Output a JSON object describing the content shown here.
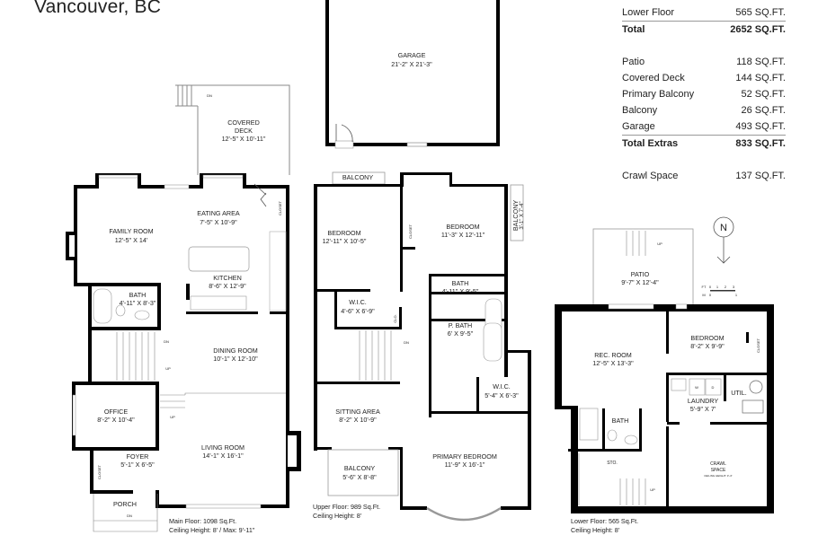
{
  "title": "Vancouver, BC",
  "areas": {
    "floors": [
      {
        "label": "Lower Floor",
        "value": "565 SQ.FT."
      }
    ],
    "total": {
      "label": "Total",
      "value": "2652 SQ.FT."
    },
    "extras": [
      {
        "label": "Patio",
        "value": "118 SQ.FT."
      },
      {
        "label": "Covered Deck",
        "value": "144 SQ.FT."
      },
      {
        "label": "Primary Balcony",
        "value": "52 SQ.FT."
      },
      {
        "label": "Balcony",
        "value": "26 SQ.FT."
      },
      {
        "label": "Garage",
        "value": "493 SQ.FT."
      }
    ],
    "total_extras": {
      "label": "Total Extras",
      "value": "833 SQ.FT."
    },
    "crawl": {
      "label": "Crawl Space",
      "value": "137 SQ.FT."
    }
  },
  "garage": {
    "name": "GARAGE",
    "dims": "21'-2\" X 21'-3\""
  },
  "main_floor": {
    "rooms": {
      "covered_deck": {
        "name1": "COVERED",
        "name2": "DECK",
        "dims": "12'-5\" X 10'-11\""
      },
      "family_room": {
        "name": "FAMILY ROOM",
        "dims": "12'-5\" X 14'"
      },
      "eating_area": {
        "name": "EATING AREA",
        "dims": "7'-5\" X 10'-9\""
      },
      "kitchen": {
        "name": "KITCHEN",
        "dims": "8'-6\" X 12'-9\""
      },
      "bath": {
        "name": "BATH",
        "dims": "4'-11\" X 8'-3\""
      },
      "dining_room": {
        "name": "DINING ROOM",
        "dims": "10'-1\" X 12'-10\""
      },
      "office": {
        "name": "OFFICE",
        "dims": "8'-2\" X 10'-4\""
      },
      "living_room": {
        "name": "LIVING ROOM",
        "dims": "14'-1\" X 16'-1\""
      },
      "foyer": {
        "name": "FOYER",
        "dims": "5'-1\" X 6'-5\""
      },
      "porch": {
        "name": "PORCH"
      }
    },
    "closet": "CLOSET",
    "stair_dn": "DN",
    "stair_up": "UP",
    "note1": "Main Floor: 1098 Sq.Ft.",
    "note2": "Ceiling Height: 8' / Max: 9'-11\""
  },
  "upper_floor": {
    "rooms": {
      "balcony_top": {
        "name": "BALCONY"
      },
      "bedroom1": {
        "name": "BEDROOM",
        "dims": "12'-11\" X 10'-5\""
      },
      "bedroom2": {
        "name": "BEDROOM",
        "dims": "11'-3\" X 12'-11\""
      },
      "balcony_side": {
        "name": "BALCONY",
        "dims": "3'-1\" X 7'-4\""
      },
      "wic1": {
        "name": "W.I.C.",
        "dims": "4'-6\" X 6'-9\""
      },
      "bath": {
        "name": "BATH",
        "dims": "4'-11\" X 9'-5\""
      },
      "pbath": {
        "name": "P. BATH",
        "dims": "6' X 9'-5\""
      },
      "wic2": {
        "name": "W.I.C.",
        "dims": "5'-4\" X 6'-3\""
      },
      "sitting": {
        "name": "SITTING AREA",
        "dims": "8'-2\" X 10'-9\""
      },
      "balcony_bottom": {
        "name": "BALCONY",
        "dims": "5'-6\" X 8'-8\""
      },
      "primary": {
        "name": "PRIMARY BEDROOM",
        "dims": "11'-9\" X 16'-1\""
      }
    },
    "closet": "CLOSET",
    "clo": "CLO.",
    "stair_dn": "DN",
    "note1": "Upper Floor: 989 Sq.Ft.",
    "note2": "Ceiling Height: 8'"
  },
  "lower_floor": {
    "rooms": {
      "patio": {
        "name": "PATIO",
        "dims": "9'-7\" X 12'-4\""
      },
      "rec": {
        "name": "REC. ROOM",
        "dims": "12'-5\" X 13'-3\""
      },
      "bedroom": {
        "name": "BEDROOM",
        "dims": "8'-2\" X 9'-9\""
      },
      "laundry": {
        "name": "LAUNDRY",
        "dims": "5'-9\" X 7'"
      },
      "util": {
        "name": "UTIL."
      },
      "bath": {
        "name": "BATH"
      },
      "sto": {
        "name": "STO."
      },
      "crawl": {
        "name1": "CRAWL",
        "name2": "SPACE",
        "ceiling": "CEILING HEIGHT: 3'-4\""
      }
    },
    "closet": "CLOSET",
    "washer": "W",
    "dryer": "D",
    "stair_up": "UP",
    "note1": "Lower Floor: 565 Sq.Ft.",
    "note2": "Ceiling Height: 8'"
  },
  "compass": {
    "letter": "N"
  },
  "scale": {
    "ft_label": "FT",
    "ft_ticks": [
      "0",
      "1",
      "2",
      "3"
    ],
    "m_label": "M",
    "m_ticks": [
      "0",
      "1"
    ]
  }
}
